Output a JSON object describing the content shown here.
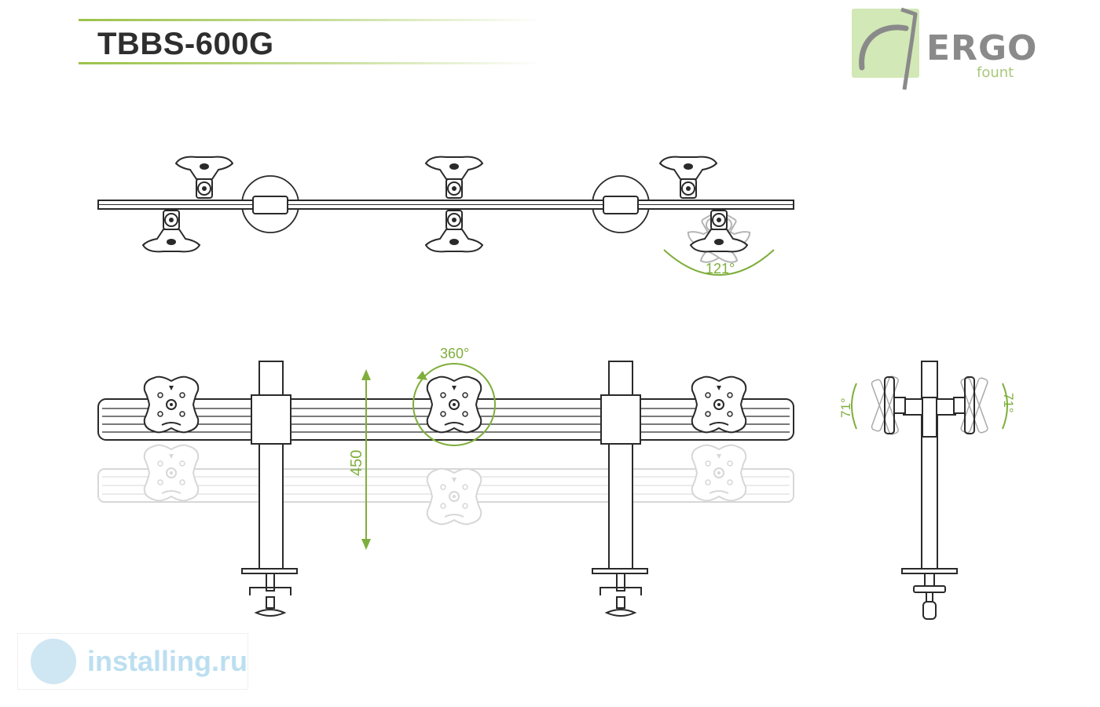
{
  "header": {
    "model": "TBBS-600G"
  },
  "logo": {
    "brand": "ERGO",
    "sub": "fount"
  },
  "dimensions": {
    "swivel": "121°",
    "rotation": "360°",
    "height": "450",
    "tilt_left": "71°",
    "tilt_right": "71°"
  },
  "watermark": {
    "text": "installing.ru"
  },
  "colors": {
    "accent": "#7fae3c",
    "line": "#2a2a2a"
  }
}
